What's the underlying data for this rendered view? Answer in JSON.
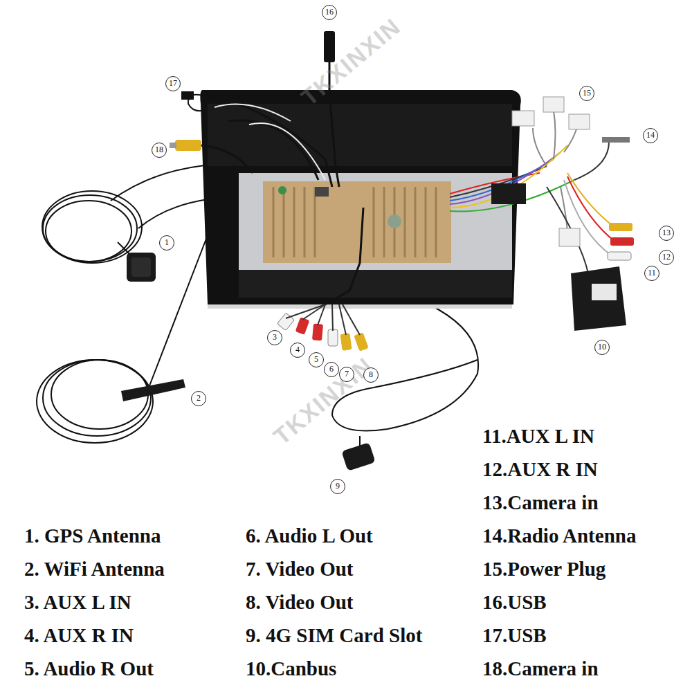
{
  "diagram": {
    "labels": [
      "16",
      "17",
      "18",
      "15",
      "14",
      "1",
      "13",
      "12",
      "11",
      "10",
      "3",
      "4",
      "5",
      "6",
      "7",
      "8",
      "2",
      "9",
      "1. GPS Antenna",
      "2. WiFi Antenna",
      "3. AUX L IN",
      "4. AUX R IN",
      "5. Audio R Out",
      "6.  Audio L Out",
      "7.  Video Out",
      "8.  Video Out",
      "9.  4G SIM Card Slot",
      "10.Canbus",
      "11.AUX L IN",
      "12.AUX R IN",
      "13.Camera in",
      "14.Radio Antenna",
      "15.Power Plug",
      "16.USB",
      "17.USB",
      "18.Camera in",
      "TKXINXIN",
      "TKXINXIN"
    ]
  }
}
